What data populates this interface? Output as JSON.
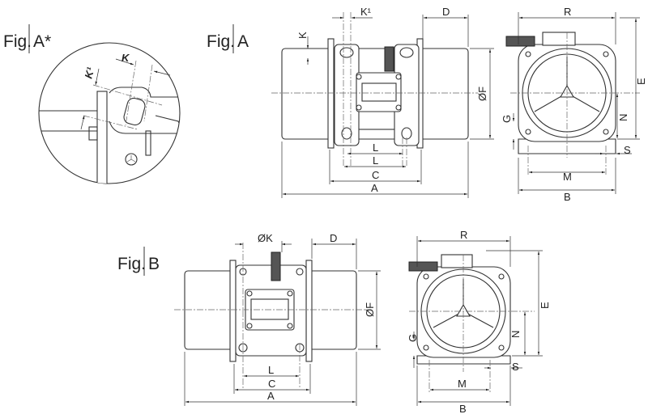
{
  "figures": {
    "detail": {
      "prefix": "Fig.",
      "name": "A*",
      "labels": {
        "k": "K",
        "k1": "K¹"
      }
    },
    "a": {
      "prefix": "Fig.",
      "name": "A",
      "front_labels": {
        "k1": "K¹",
        "k": "K",
        "d": "D",
        "f": "ØF",
        "l1": "L",
        "l2": "L",
        "c": "C",
        "a": "A"
      },
      "side_labels": {
        "r": "R",
        "e": "E",
        "n": "N",
        "g": "G",
        "s": "S",
        "m": "M",
        "b": "B"
      }
    },
    "b": {
      "prefix": "Fig.",
      "name": "B",
      "front_labels": {
        "k": "ØK",
        "d": "D",
        "f": "ØF",
        "l": "L",
        "c": "C",
        "a": "A"
      },
      "side_labels": {
        "r": "R",
        "e": "E",
        "n": "N",
        "g": "G",
        "s": "S",
        "m": "M",
        "b": "B"
      }
    }
  }
}
